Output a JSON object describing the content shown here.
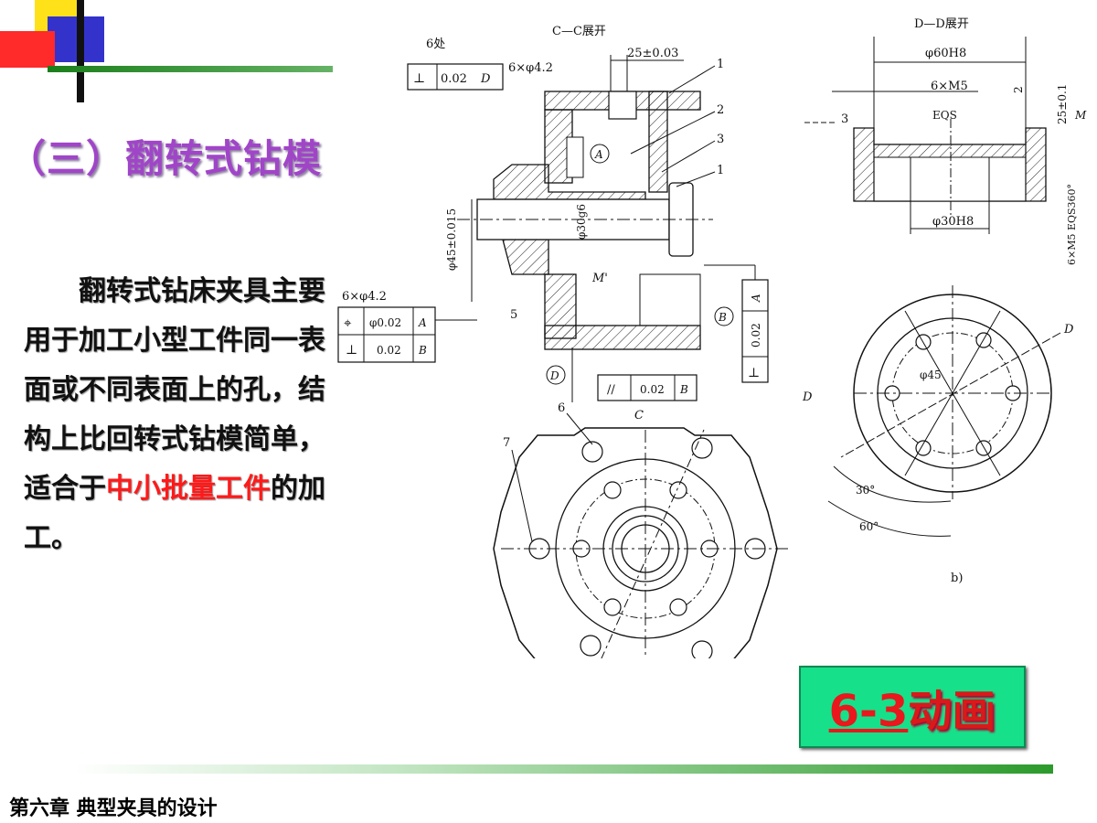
{
  "slide": {
    "title": "（三）翻转式钻模",
    "description_prefix": "翻转式钻床夹具主要用于加工小型工件同一表面或不同表面上的孔，结构上比回转式钻模简单，适合于",
    "description_highlight": "中小批量工件",
    "description_suffix": "的加工。",
    "animation_button": {
      "number": "6-3",
      "text": "动画"
    },
    "footer": "第六章  典型夹具的设计"
  },
  "colors": {
    "title": "#a045c8",
    "highlight": "#ff1a1a",
    "button_bg": "#17e08a",
    "accent_bar": "#1a7f1a"
  },
  "drawing": {
    "left": {
      "section_label": "C—C展开",
      "note_6": "6处",
      "tol_perp_top": [
        "⊥",
        "0.02",
        "D"
      ],
      "holes_top": "6×φ4.2",
      "dim_25": "25±0.03",
      "part_numbers": [
        "1",
        "2",
        "3",
        "1",
        "5",
        "6",
        "7"
      ],
      "circle_a": "A",
      "dim_phi30": "φ30g6",
      "dim_phi45": "φ45±0.015",
      "label_m": "M'",
      "holes_left": "6×φ4.2",
      "tol_position": [
        "⌖",
        "φ0.02",
        "A"
      ],
      "tol_perp_left": [
        "⊥",
        "0.02",
        "B"
      ],
      "circle_b": "B",
      "tol_right": [
        "⊥",
        "0.02",
        "A"
      ],
      "circle_d": "D",
      "tol_parallel": [
        "//",
        "0.02",
        "B"
      ],
      "section_c": "C"
    },
    "right": {
      "section_label": "D—D展开",
      "dim_phi60": "φ60H8",
      "dim_m5": "6×M5",
      "eqs": "EQS",
      "num_2": "2",
      "dim_25_1": "25±0.1",
      "label_m": "M",
      "num_3": "3",
      "dim_phi30": "φ30H8",
      "dim_right_v": "6×M5 EQS360°",
      "label_d": "D",
      "dim_phi45": "φ45",
      "angle_30": "30°",
      "angle_60": "60°",
      "caption_b": "b)"
    }
  }
}
